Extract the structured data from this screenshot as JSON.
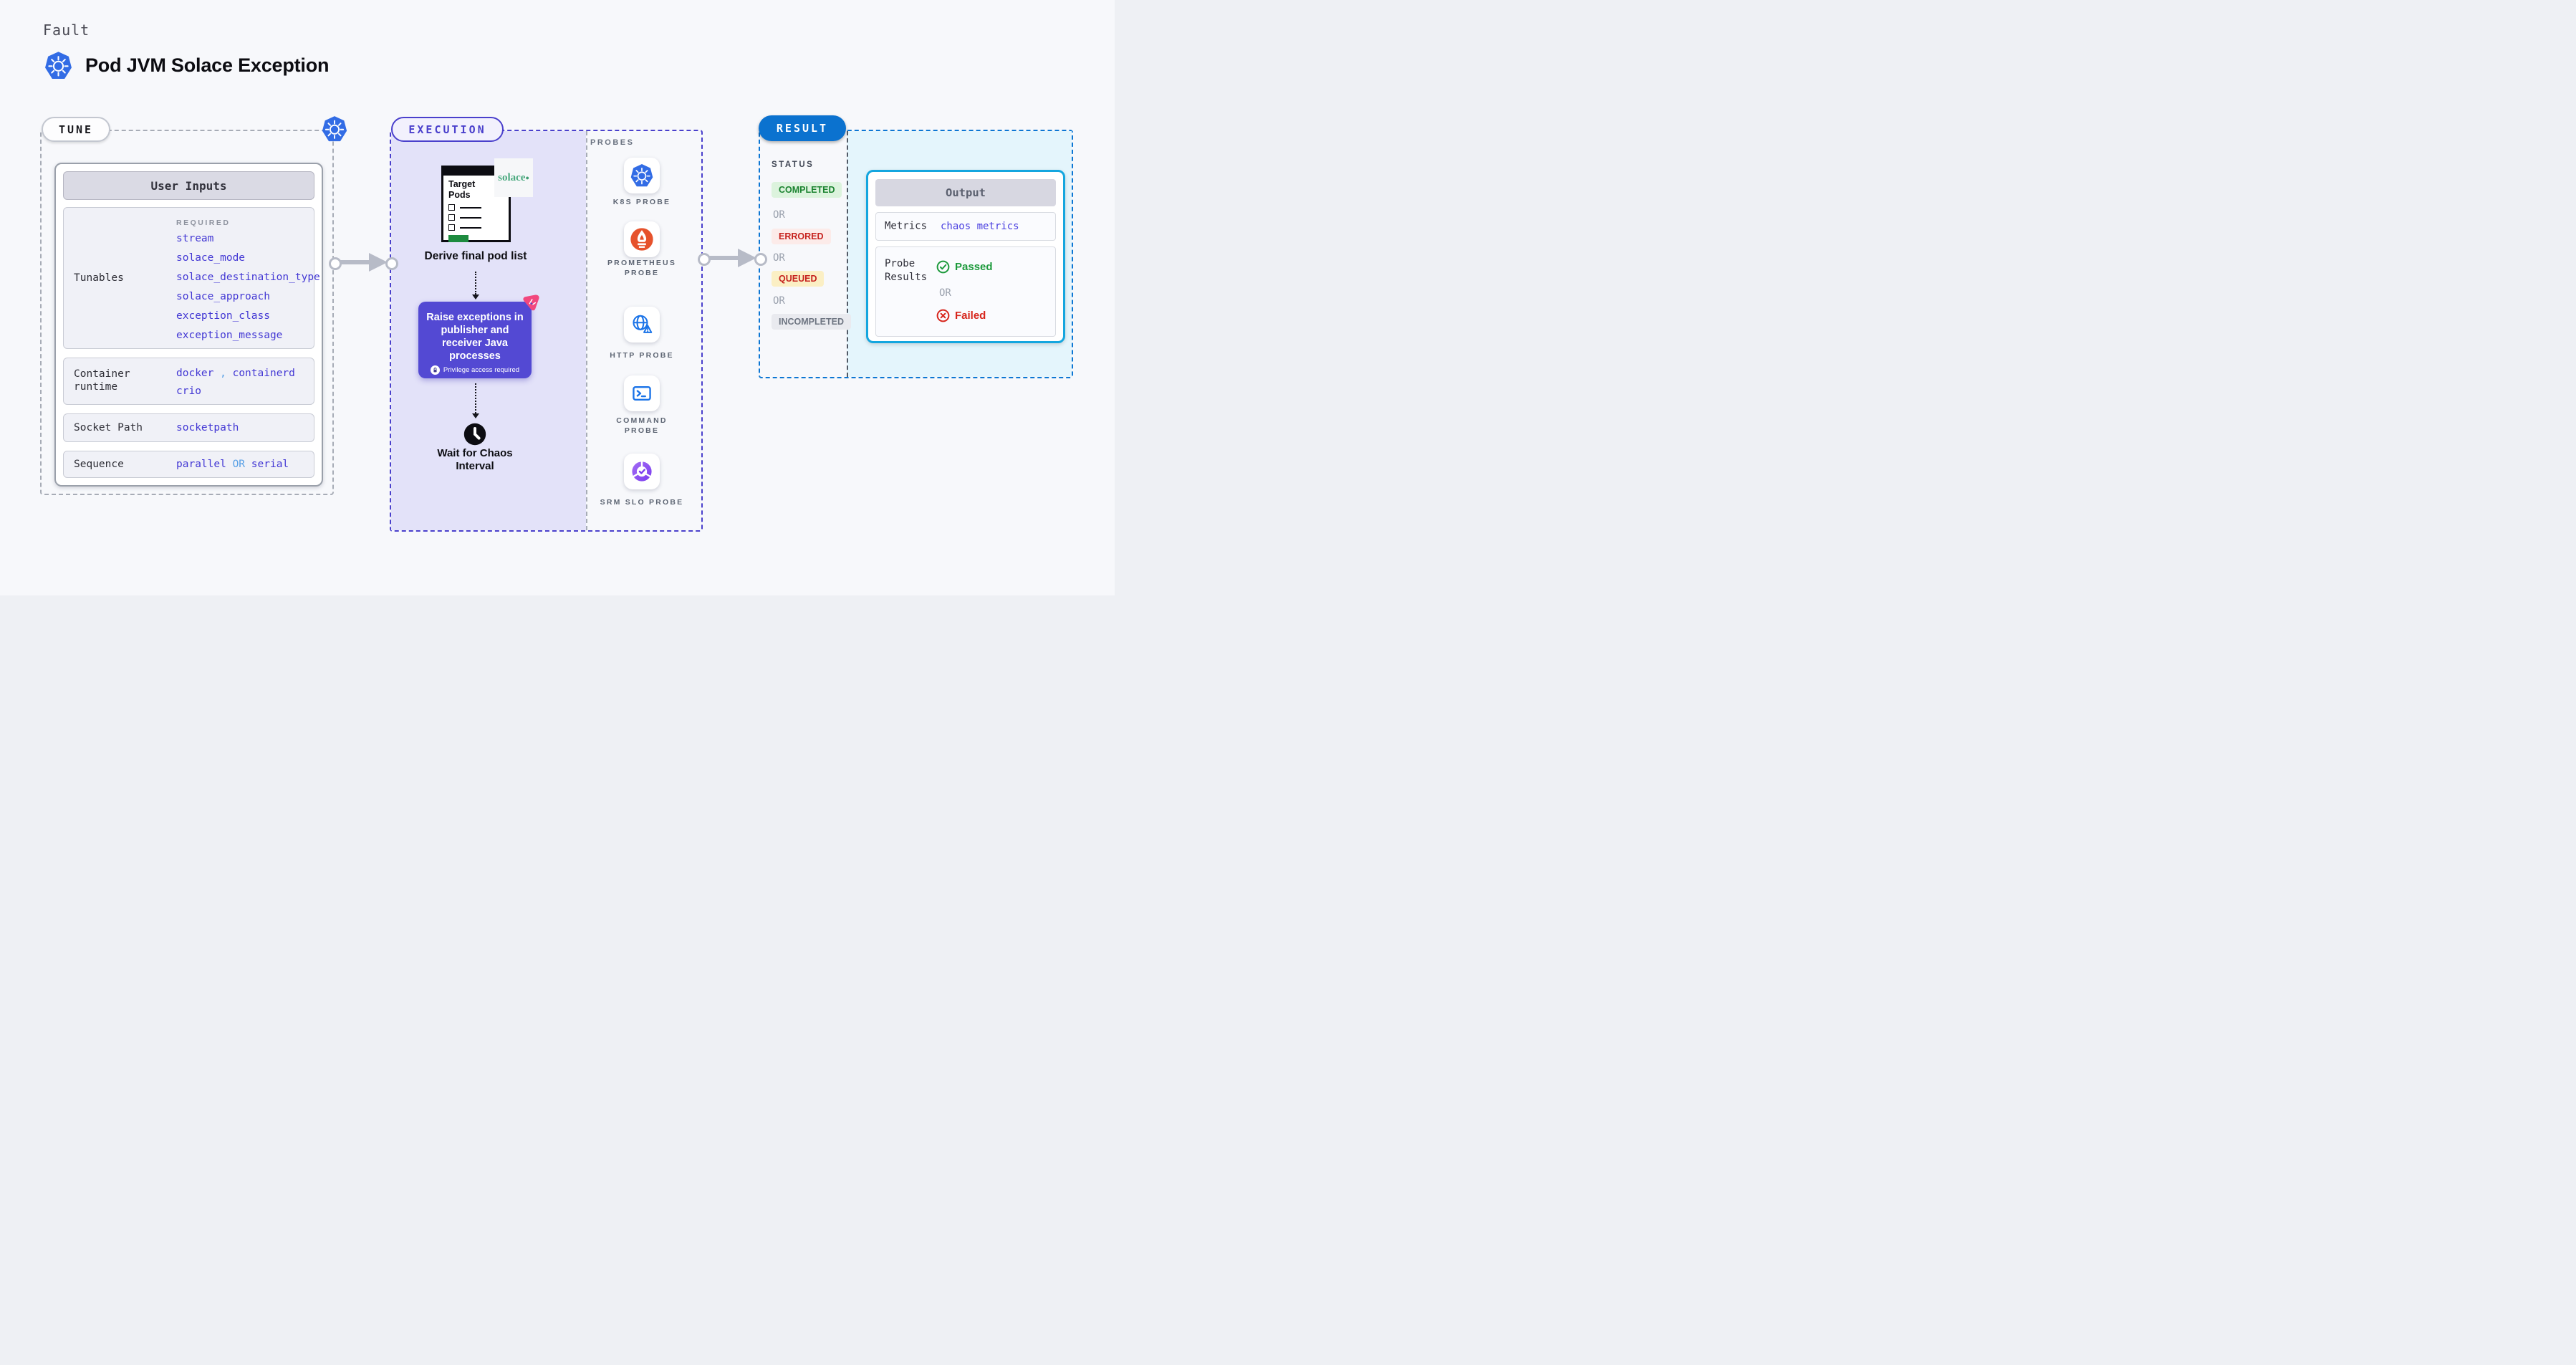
{
  "header": {
    "eyebrow": "Fault",
    "title": "Pod JVM Solace Exception",
    "logo_icon": "kubernetes-icon"
  },
  "tune": {
    "badge": "TUNE",
    "corner_icon": "kubernetes-icon",
    "card_title": "User Inputs",
    "tunables": {
      "label": "Tunables",
      "required_label": "REQUIRED",
      "values": [
        "stream",
        "solace_mode",
        "solace_destination_type",
        "solace_approach",
        "exception_class",
        "exception_message"
      ]
    },
    "container_runtime": {
      "label": "Container runtime",
      "value1": "docker",
      "separator": ",",
      "value2": "containerd",
      "value3": "crio"
    },
    "socket_path": {
      "label": "Socket Path",
      "value": "socketpath"
    },
    "sequence": {
      "label": "Sequence",
      "value1": "parallel",
      "or": "OR",
      "value2": "serial"
    }
  },
  "execution": {
    "badge": "EXECUTION",
    "target_pods": {
      "window_title": "Target Pods",
      "solace_logo_text": "solace",
      "solace_logo_dot": "●",
      "checkbox_rows": 3
    },
    "derive_step_label": "Derive final pod list",
    "fault_action": {
      "text": "Raise exceptions in publisher and receiver Java processes",
      "privilege_note": "Privilege access required",
      "badge_icon": "litmus-chaos-icon",
      "lock_icon": "lock-icon"
    },
    "wait_step": {
      "label": "Wait for Chaos Interval",
      "icon": "clock-icon"
    }
  },
  "probes": {
    "panel_label": "PROBES",
    "items": [
      {
        "label": "K8S PROBE",
        "icon": "kubernetes-icon"
      },
      {
        "label": "PROMETHEUS PROBE",
        "icon": "prometheus-icon"
      },
      {
        "label": "HTTP PROBE",
        "icon": "http-globe-warning-icon"
      },
      {
        "label": "COMMAND PROBE",
        "icon": "terminal-icon"
      },
      {
        "label": "SRM SLO PROBE",
        "icon": "slo-donut-check-icon"
      }
    ]
  },
  "result": {
    "badge": "RESULT",
    "status": {
      "label": "STATUS",
      "or_label": "OR",
      "items": [
        {
          "label": "COMPLETED",
          "text_color": "#1b8330",
          "bg_color": "#dcf3dd"
        },
        {
          "label": "ERRORED",
          "text_color": "#c6221e",
          "bg_color": "#fcebe9"
        },
        {
          "label": "QUEUED",
          "text_color": "#c6221e",
          "bg_color": "#fbefc4"
        },
        {
          "label": "INCOMPLETED",
          "text_color": "#6e7582",
          "bg_color": "#e9eaef"
        }
      ]
    },
    "output": {
      "title": "Output",
      "metrics_label": "Metrics",
      "metrics_value": "chaos metrics",
      "probe_results_label": "Probe Results",
      "passed_label": "Passed",
      "or_label": "OR",
      "failed_label": "Failed"
    }
  },
  "colors": {
    "kubernetes_blue": "#326ce5",
    "indigo_accent": "#4a40cc",
    "tune_value_blue": "#4338d4",
    "light_blue_or": "#58a0e6",
    "result_blue": "#0b72cf",
    "cyan_border": "#14a6df",
    "cyan_bg": "#e4f5fc",
    "lavender_bg": "#e3e2f9",
    "purple_action": "#5349d3",
    "passed_green": "#1d9a3c",
    "failed_red": "#d7261d",
    "prometheus_orange": "#e6522c",
    "solace_green": "#4aa97f",
    "litmus_pink": "#f2477e"
  }
}
